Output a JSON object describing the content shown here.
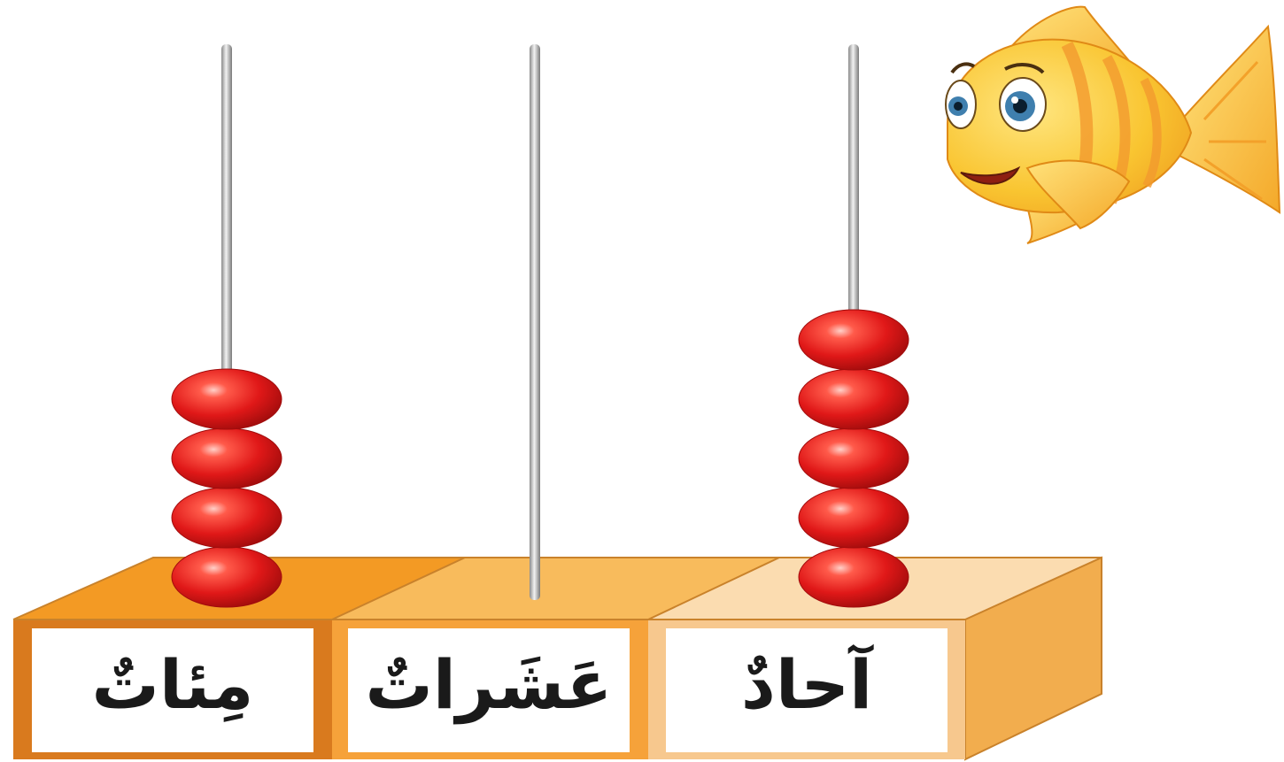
{
  "abacus": {
    "columns": [
      {
        "key": "hundreds",
        "label": "مِئاتٌ",
        "beads": 4,
        "face_color": "#d97a1e",
        "top_color": "#f39a24"
      },
      {
        "key": "tens",
        "label": "عَشَراتٌ",
        "beads": 0,
        "face_color": "#f6a23a",
        "top_color": "#f8bb5c"
      },
      {
        "key": "ones",
        "label": "آحادٌ",
        "beads": 5,
        "face_color": "#f7c88e",
        "top_color": "#fbdcb0"
      }
    ],
    "bead_color": "#e11f1f",
    "rod_color": "#a9a9a9",
    "side_color": "#f2ad4e"
  },
  "mascot": {
    "icon": "fish-icon",
    "body_color": "#f7c12e",
    "stripe_color": "#f29a2e"
  }
}
